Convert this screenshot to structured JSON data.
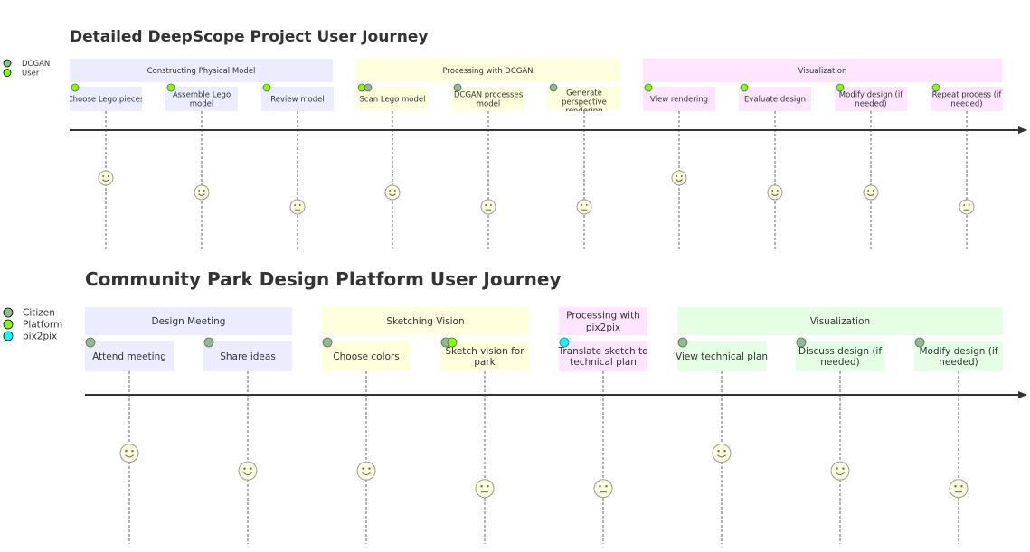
{
  "colors": {
    "DCGAN": "#8fbc8f",
    "User": "#7fff00",
    "Citizen": "#8fbc8f",
    "Platform": "#7fff00",
    "pix2pix": "#00ffff",
    "face_fill": "#ffffde",
    "face_stroke": "#999999",
    "axis": "#333333"
  },
  "journeys": [
    {
      "title": "Detailed DeepScope Project User Journey",
      "legend": [
        "DCGAN",
        "User"
      ],
      "sections": [
        {
          "label": "Constructing Physical Model",
          "fill": "#ececff",
          "tasks": [
            {
              "label": [
                "Choose Lego pieces"
              ],
              "actors": [
                "User"
              ],
              "score": 5
            },
            {
              "label": [
                "Assemble Lego",
                "model"
              ],
              "actors": [
                "User"
              ],
              "score": 4
            },
            {
              "label": [
                "Review model"
              ],
              "actors": [
                "User"
              ],
              "score": 3
            }
          ]
        },
        {
          "label": "Processing with DCGAN",
          "fill": "#ffffde",
          "tasks": [
            {
              "label": [
                "Scan Lego model"
              ],
              "actors": [
                "User",
                "DCGAN"
              ],
              "score": 4
            },
            {
              "label": [
                "DCGAN processes",
                "model"
              ],
              "actors": [
                "DCGAN"
              ],
              "score": 3
            },
            {
              "label": [
                "Generate",
                "perspective",
                "rendering"
              ],
              "actors": [
                "DCGAN"
              ],
              "score": 3
            }
          ]
        },
        {
          "label": "Visualization",
          "fill": "#ffe5ff",
          "tasks": [
            {
              "label": [
                "View rendering"
              ],
              "actors": [
                "User"
              ],
              "score": 5
            },
            {
              "label": [
                "Evaluate design"
              ],
              "actors": [
                "User"
              ],
              "score": 4
            },
            {
              "label": [
                "Modify design (if",
                "needed)"
              ],
              "actors": [
                "User"
              ],
              "score": 4
            },
            {
              "label": [
                "Repeat process (if",
                "needed)"
              ],
              "actors": [
                "User"
              ],
              "score": 3
            }
          ]
        }
      ]
    },
    {
      "title": "Community Park Design Platform User Journey",
      "legend": [
        "Citizen",
        "Platform",
        "pix2pix"
      ],
      "sections": [
        {
          "label": "Design Meeting",
          "fill": "#ececff",
          "tasks": [
            {
              "label": [
                "Attend meeting"
              ],
              "actors": [
                "Citizen"
              ],
              "score": 5
            },
            {
              "label": [
                "Share ideas"
              ],
              "actors": [
                "Citizen"
              ],
              "score": 4
            }
          ]
        },
        {
          "label": "Sketching Vision",
          "fill": "#ffffde",
          "tasks": [
            {
              "label": [
                "Choose colors"
              ],
              "actors": [
                "Citizen"
              ],
              "score": 4
            },
            {
              "label": [
                "Sketch vision for",
                "park"
              ],
              "actors": [
                "Citizen",
                "Platform"
              ],
              "score": 3
            }
          ]
        },
        {
          "label": [
            "Processing with",
            "pix2pix"
          ],
          "fill": "#ffe5ff",
          "tasks": [
            {
              "label": [
                "Translate sketch to",
                "technical plan"
              ],
              "actors": [
                "pix2pix"
              ],
              "score": 3
            }
          ]
        },
        {
          "label": "Visualization",
          "fill": "#e5ffe5",
          "tasks": [
            {
              "label": [
                "View technical plan"
              ],
              "actors": [
                "Citizen"
              ],
              "score": 5
            },
            {
              "label": [
                "Discuss design (if",
                "needed)"
              ],
              "actors": [
                "Citizen"
              ],
              "score": 4
            },
            {
              "label": [
                "Modify design (if",
                "needed)"
              ],
              "actors": [
                "Citizen"
              ],
              "score": 3
            }
          ]
        }
      ]
    }
  ]
}
